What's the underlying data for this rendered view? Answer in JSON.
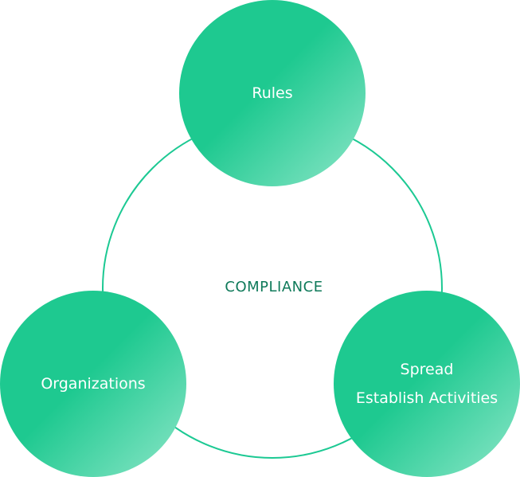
{
  "diagram": {
    "center_label": "COMPLIANCE",
    "nodes": {
      "rules": {
        "label": "Rules"
      },
      "organizations": {
        "label": "Organizations"
      },
      "spread": {
        "line1": "Spread",
        "line2": "Establish Activities"
      }
    },
    "colors": {
      "primary": "#1ec990",
      "light": "#8de6c8",
      "text_dark": "#0f7a5a",
      "ring": "#1cc993"
    }
  }
}
